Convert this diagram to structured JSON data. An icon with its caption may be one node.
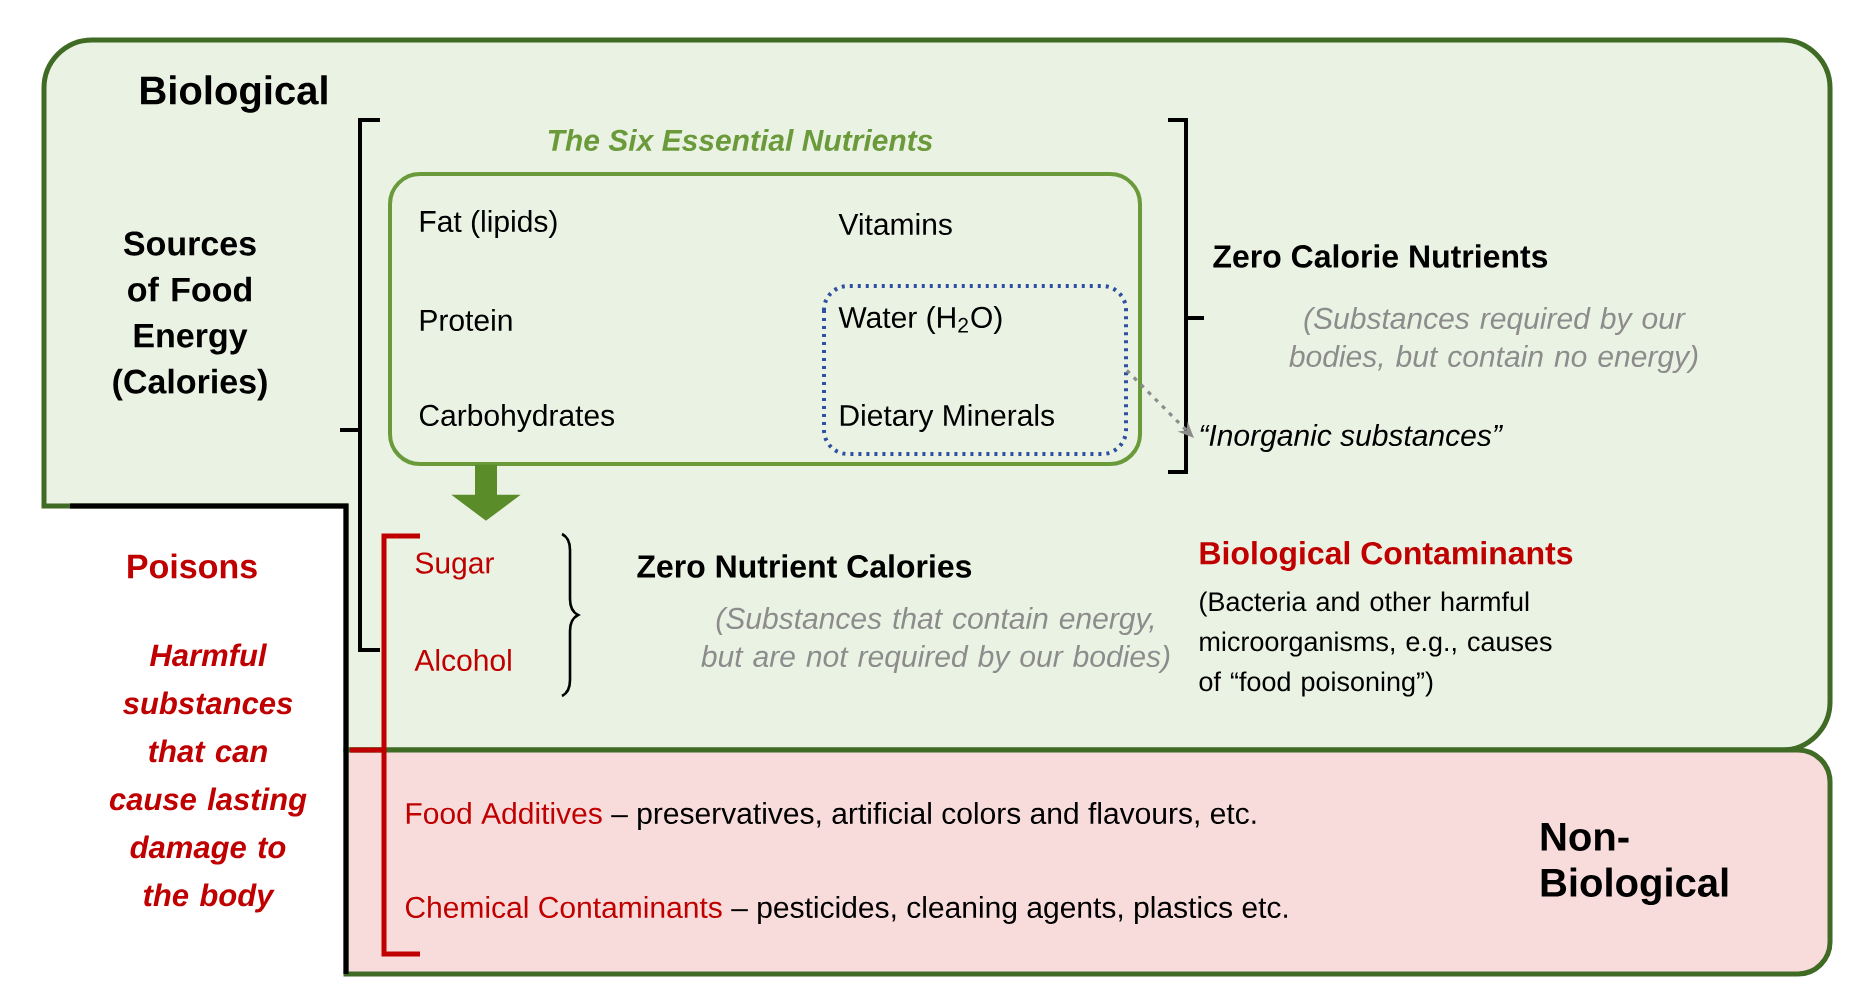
{
  "diagram": {
    "nodes": [
      {
        "text": [
          "Biological"
        ]
      },
      {
        "text": [
          "The Six Essential Nutrients",
          "Fat (lipids)",
          "Vitamins",
          "Protein",
          "Carbohydrates"
        ],
        "in": 0
      },
      {
        "text": [
          "Water (H$_{2}$O)",
          "Dietary Minerals"
        ],
        "in": 1
      },
      {
        "text": [
          "“Inorganic substances”"
        ],
        "in": 0
      },
      {
        "text": [
          "Food Additives",
          "– preservatives, artificial colors and flavours, etc.",
          "Chemical Contaminants",
          "– pesticides, cleaning agents, plastics etc.",
          "Non-Biological"
        ]
      }
    ],
    "edges": [
      {
        "from": 2,
        "to": 3,
        "arrow": "to",
        "style": "dashed",
        "color": "#8c8c8c"
      },
      {
        "from": 1,
        "to": null,
        "arrow": "to",
        "style": "thick",
        "color": "#5b8c2a"
      }
    ],
    "labels": [
      "Sources of Food Energy (Calories)",
      "Zero Calorie Nutrients",
      "(Substances required by our bodies, but contain no energy)",
      "Sugar",
      "Alcohol",
      "Zero Nutrient Calories",
      "(Substances that contain energy, but are not required by our bodies)",
      "Biological Contaminants",
      "(Bacteria and other harmful microorganisms, e.g., causes of “food poisoning”)",
      "Poisons",
      "Harmful substances that can cause lasting damage to the body"
    ]
  }
}
